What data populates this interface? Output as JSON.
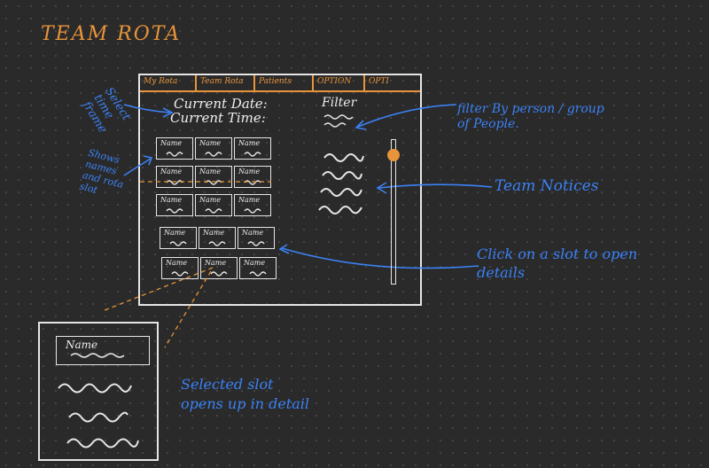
{
  "title": "TEAM ROTA",
  "tabs": [
    "My Rota",
    "Team Rota",
    "Patients",
    "OPTION",
    "OPTI"
  ],
  "header": {
    "date_label": "Current Date:",
    "time_label": "Current Time:"
  },
  "grid": {
    "cell_label": "Name",
    "rows": [
      [
        "Name",
        "Name",
        "Name"
      ],
      [
        "Name",
        "Name",
        "Name"
      ],
      [
        "Name",
        "Name",
        "Name"
      ],
      [
        "Name",
        "Name",
        "Name"
      ],
      [
        "Name",
        "Name",
        "Name"
      ]
    ]
  },
  "filter": {
    "label": "Filter"
  },
  "slider": {
    "position": 0.07
  },
  "annotations": {
    "select_time": "Select time frame",
    "shows_names": "Shows names and rota slot",
    "filter": "filter By person / group of People.",
    "team_notices": "Team Notices",
    "click_slot": "Click on a slot to open details",
    "selected_slot": "Selected slot opens up in detail"
  },
  "detail": {
    "name_label": "Name"
  },
  "colors": {
    "accent": "#e8943a",
    "annotation": "#3b82f6",
    "ink": "#e6e6e6",
    "background": "#2a2a2a"
  }
}
